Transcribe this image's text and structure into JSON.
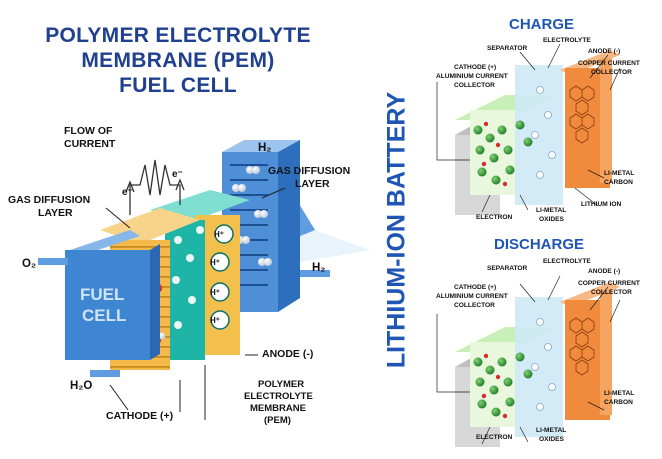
{
  "pem": {
    "title_lines": [
      "POLYMER ELECTROLYTE",
      "MEMBRANE (PEM)",
      "FUEL CELL"
    ],
    "flow_of_current": [
      "FLOW OF",
      "CURRENT"
    ],
    "gas_diffusion_left": [
      "GAS DIFFUSION",
      "LAYER"
    ],
    "gas_diffusion_right": [
      "GAS DIFFUSION",
      "LAYER"
    ],
    "o2": "O₂",
    "h2_top": "H₂",
    "h2_right": "H₂",
    "h2o": "H₂O",
    "anode": "ANODE (-)",
    "cathode": "CATHODE (+)",
    "membrane": [
      "POLYMER",
      "ELECTROLYTE",
      "MEMBRANE",
      "(PEM)"
    ],
    "fuel_cell_block": [
      "FUEL",
      "CELL"
    ],
    "electron_symbol": "e⁻",
    "proton_symbol": "H⁺"
  },
  "vertical_title": "LITHIUM-ION BATTERY",
  "charge": {
    "title": "CHARGE",
    "separator": "SEPARATOR",
    "electrolyte": "ELECTROLYTE",
    "anode": "ANODE (-)",
    "copper": [
      "COPPER CURRENT",
      "COLLECTOR"
    ],
    "cathode": [
      "CATHODE (+)",
      "ALUMINIUM CURRENT",
      "COLLECTOR"
    ],
    "li_metal_carbon": [
      "LI-METAL",
      "CARBON"
    ],
    "lithium_ion": "LITHIUM ION",
    "electron": "ELECTRON",
    "li_metal_oxides": [
      "LI-METAL",
      "OXIDES"
    ]
  },
  "discharge": {
    "title": "DISCHARGE",
    "separator": "SEPARATOR",
    "electrolyte": "ELECTROLYTE",
    "anode": "ANODE (-)",
    "copper": [
      "COPPER CURRENT",
      "COLLECTOR"
    ],
    "cathode": [
      "CATHODE (+)",
      "ALUMINIUM CURRENT",
      "COLLECTOR"
    ],
    "li_metal_carbon": [
      "LI-METAL",
      "CARBON"
    ],
    "electron": "ELECTRON",
    "li_metal_oxides": [
      "LI-METAL",
      "OXIDES"
    ]
  },
  "colors": {
    "title_blue": "#1f3f8f",
    "accent_blue": "#1f56b5",
    "plate_blue": "#3f86d2",
    "cathode_orange": "#f0b33c",
    "membrane_teal": "#1fb5a6",
    "electrolyte_light": "#cde9f6",
    "anode_orange": "#f08a3c",
    "grey_collector": "#d7d7d7",
    "li_green": "#2d9a3c",
    "electron_red": "#d52c2c"
  }
}
